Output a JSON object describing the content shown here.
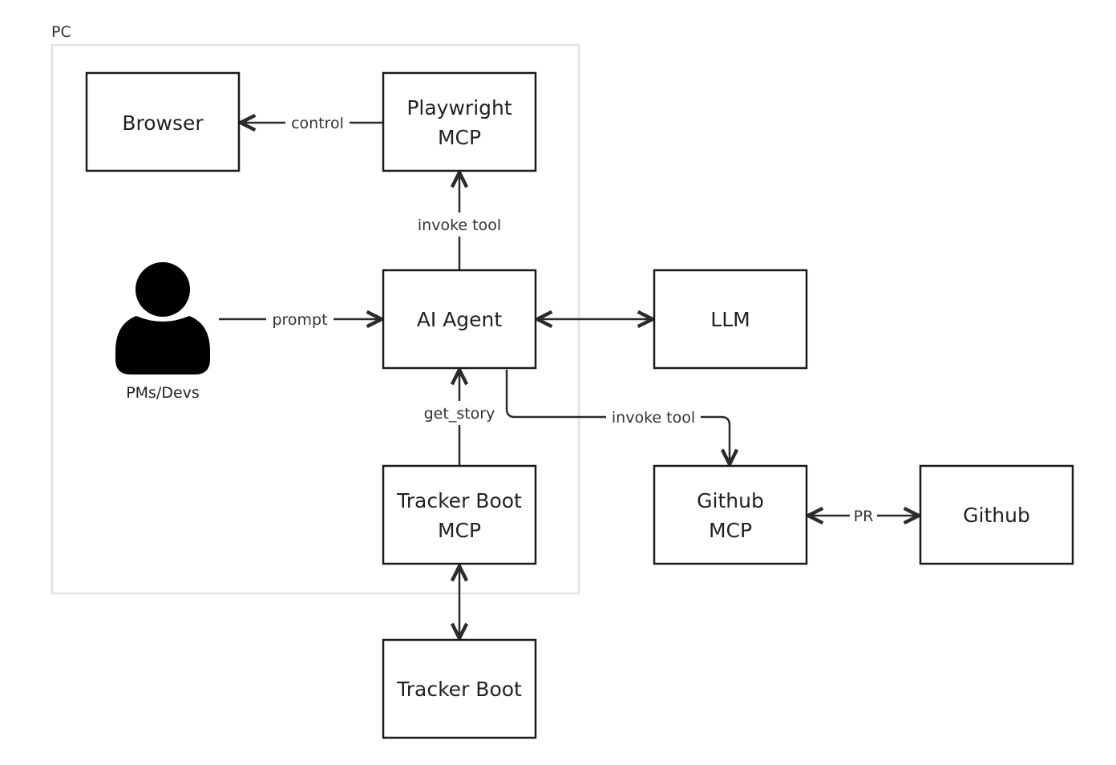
{
  "group": {
    "label": "PC"
  },
  "nodes": {
    "browser": {
      "label": "Browser"
    },
    "playwright_mcp": {
      "line1": "Playwright",
      "line2": "MCP"
    },
    "ai_agent": {
      "label": "AI Agent"
    },
    "llm": {
      "label": "LLM"
    },
    "tracker_boot_mcp": {
      "line1": "Tracker Boot",
      "line2": "MCP"
    },
    "tracker_boot": {
      "label": "Tracker Boot"
    },
    "github_mcp": {
      "line1": "Github",
      "line2": "MCP"
    },
    "github": {
      "label": "Github"
    }
  },
  "actor": {
    "label": "PMs/Devs",
    "icon": "person-icon"
  },
  "edges": {
    "control": "control",
    "invoke_tool_playwright": "invoke tool",
    "prompt": "prompt",
    "get_story": "get_story",
    "invoke_tool_github": "invoke tool",
    "pr": "PR"
  },
  "colors": {
    "stroke": "#1a1a1a",
    "group_border": "#e3e3e3",
    "background": "#ffffff"
  }
}
